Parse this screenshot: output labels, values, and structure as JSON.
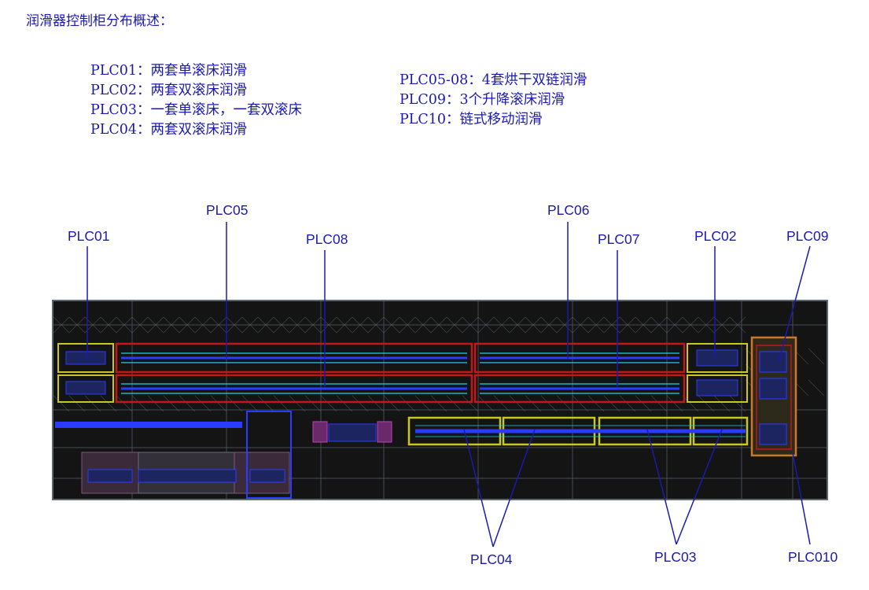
{
  "title": "润滑器控制柜分布概述：",
  "descriptions": {
    "left": [
      "PLC01：两套单滚床润滑",
      "PLC02：两套双滚床润滑",
      "PLC03：一套单滚床，一套双滚床",
      "PLC04：两套双滚床润滑"
    ],
    "right": [
      "PLC05-08：4套烘干双链润滑",
      "PLC09：3个升降滚床润滑",
      "PLC10：链式移动润滑"
    ]
  },
  "labels": {
    "plc01": "PLC01",
    "plc05": "PLC05",
    "plc08": "PLC08",
    "plc06": "PLC06",
    "plc07": "PLC07",
    "plc02": "PLC02",
    "plc09": "PLC09",
    "plc04": "PLC04",
    "plc03": "PLC03",
    "plc010": "PLC010"
  },
  "colors": {
    "text": "#1a1ab0",
    "leader": "#1a1ab0",
    "drawing_bg": "#141414",
    "frame_red": "#c21818",
    "frame_yellow": "#c8c81e",
    "frame_orange": "#c87a28",
    "equip_blue": "#2a3cff",
    "equip_cyan": "#19d2e6",
    "grid": "#5b6670"
  }
}
